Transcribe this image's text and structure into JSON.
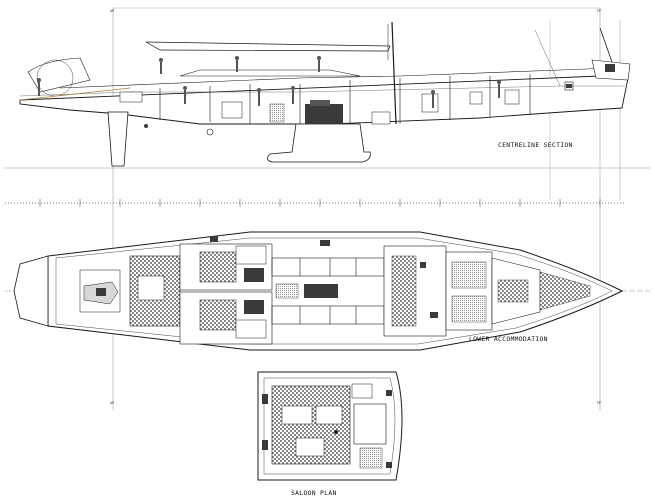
{
  "titles": {
    "centreline": "CENTRELINE SECTION",
    "lower": "LOWER ACCOMMODATION",
    "saloon": "SALOON PLAN"
  },
  "stations": {
    "aft": "AP",
    "fwd": "FP"
  },
  "colors": {
    "ink": "#1a1a1a",
    "fill": "#d8d8d8",
    "dark": "#3a3a3a",
    "accent": "#b07a3a"
  }
}
